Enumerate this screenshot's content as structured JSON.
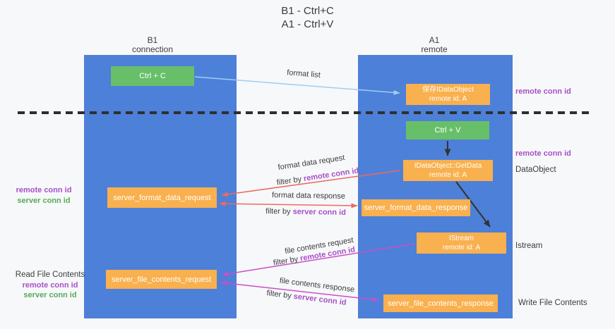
{
  "title": {
    "line1": "B1 - Ctrl+C",
    "line2": "A1 - Ctrl+V"
  },
  "lanes": {
    "left": {
      "title": "B1",
      "subtitle": "connection"
    },
    "right": {
      "title": "A1",
      "subtitle": "remote"
    }
  },
  "nodes": {
    "ctrl_c": {
      "label": "Ctrl + C"
    },
    "ctrl_v": {
      "label": "Ctrl + V"
    },
    "save_dataobject": {
      "line1": "保存IDataObject",
      "line2": "remote id: A"
    },
    "getdata": {
      "line1": "IDataObject::GetData",
      "line2": "remote id: A"
    },
    "istream": {
      "line1": "IStream",
      "line2": "remote id: A"
    },
    "format_request": {
      "label": "server_format_data_request"
    },
    "format_response": {
      "label": "server_format_data_response"
    },
    "file_request": {
      "label": "server_file_contents_request"
    },
    "file_response": {
      "label": "server_file_contents_response"
    }
  },
  "edge_labels": {
    "format_list": "format list",
    "format_data_request": "format data request",
    "format_data_response": "format data response",
    "file_contents_request": "file contents request",
    "file_contents_response": "file contents response",
    "filter_by": "filter by",
    "remote_conn_id": "remote conn id",
    "server_conn_id": "server conn id"
  },
  "side_labels": {
    "remote_conn_id": "remote conn id",
    "server_conn_id": "server conn id",
    "dataobject": "DataObject",
    "istream": "Istream",
    "read_file_contents": "Read File Contents",
    "write_file_contents": "Write File Contents"
  },
  "colors": {
    "lane_blue": "#4d80d8",
    "node_orange": "#f9b04e",
    "node_green": "#68bf6a",
    "arrow_salmon": "#ec6a5f",
    "arrow_magenta": "#c94fc9",
    "arrow_blue": "#9fcdf2",
    "text_purple": "#a750c7",
    "text_green": "#55ab57"
  }
}
